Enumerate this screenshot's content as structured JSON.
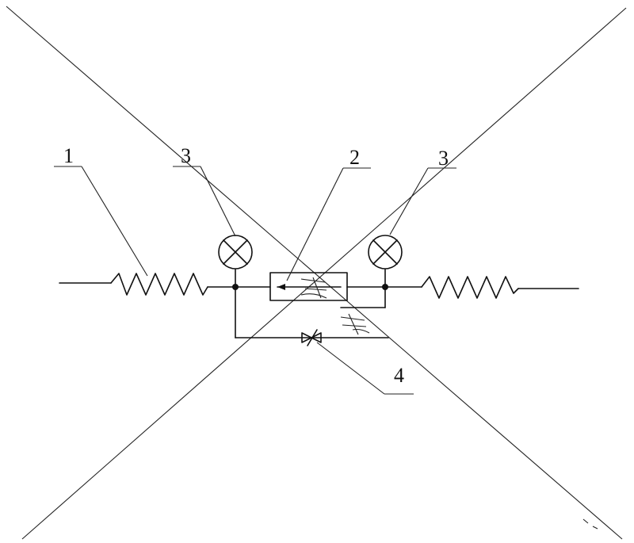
{
  "labels": {
    "resistor_left": "1",
    "component_center": "2",
    "lamp_left": "3",
    "lamp_right": "3",
    "valve_bottom": "4"
  }
}
